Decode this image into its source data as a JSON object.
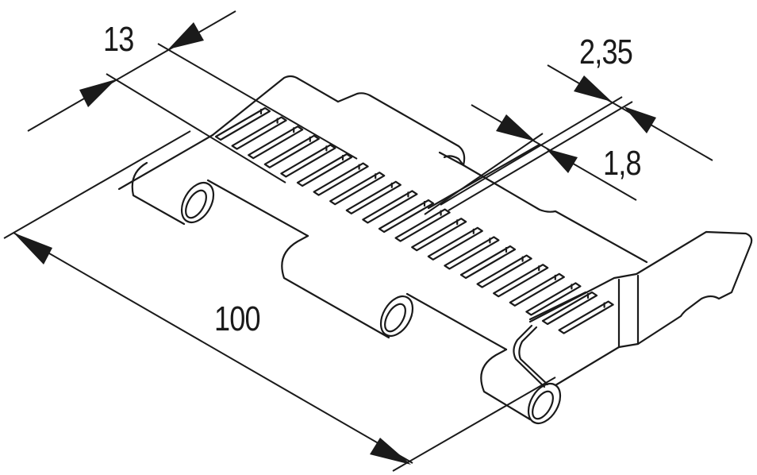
{
  "drawing": {
    "title": "Hinge connector plate – dimensioned isometric drawing",
    "line_color": "#1a1a1a",
    "background": "#ffffff",
    "slot_count": 22,
    "dimensions": {
      "width_13": {
        "label": "13"
      },
      "length_100": {
        "label": "100"
      },
      "gap_235": {
        "label": "2,35"
      },
      "thickness_18": {
        "label": "1,8"
      }
    }
  }
}
